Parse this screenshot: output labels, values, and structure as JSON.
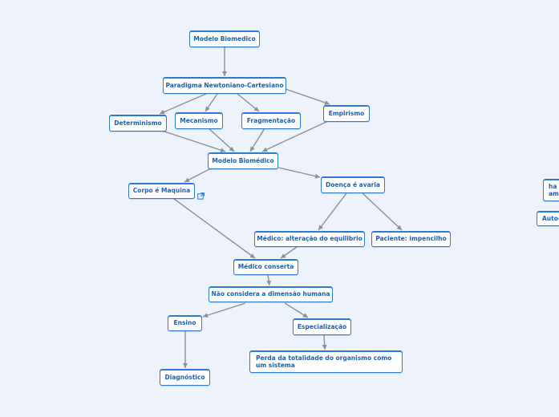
{
  "colors": {
    "background": "#eef3fb",
    "node_border": "#2b7bd3",
    "node_text": "#1f5fae",
    "edge": "#8a8f98"
  },
  "nodes": {
    "modelo_biomedico_top": "Modelo Biomedico",
    "paradigma": "Paradigma Newtoniano-Cartesiano",
    "determinismo": "Determinismo",
    "mecanismo": "Mecanismo",
    "fragmentacao": "Fragmentação",
    "empirismo": "Empirismo",
    "modelo_biomedico": "Modelo Biomédico",
    "corpo_maquina": "Corpo é Maquina",
    "doenca_avaria": "Doença é avaria",
    "medico_alteracao": "Médico: alteração do equilibrio",
    "paciente_impencilho": "Paciente: impencilho",
    "medico_conserta": "Médico conserta",
    "nao_considera": "Não considera a dimensão humana",
    "ensino": "Ensino",
    "especializacao": "Especialização",
    "perda_totalidade": "Perda da totalidade do organismo como um sistema",
    "diagnostico": "Diagnóstico",
    "offscreen_1": "ha\nam",
    "offscreen_2": "Auto-"
  },
  "icons": {
    "link": "external-link-icon"
  }
}
